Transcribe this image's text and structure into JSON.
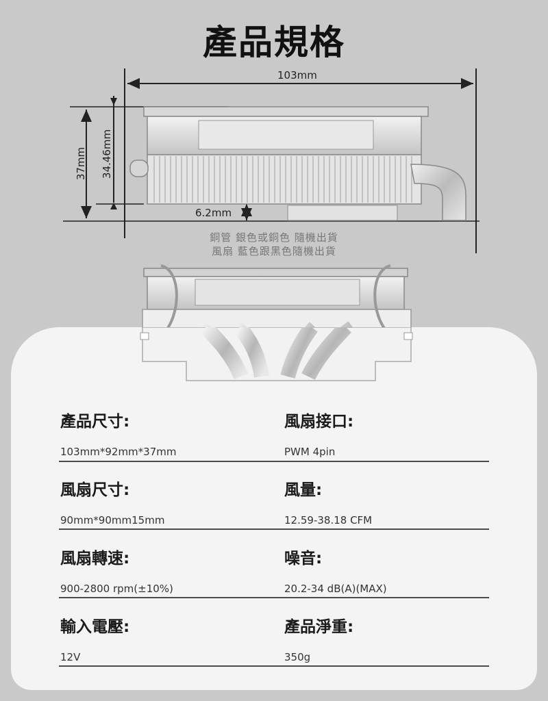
{
  "page_title": "產品規格",
  "dimensions": {
    "width": "103mm",
    "height_total": "37mm",
    "height_body": "34.46mm",
    "clearance": "6.2mm"
  },
  "notes": [
    "銅管 銀色或銅色 隨機出貨",
    "風扇 藍色跟黑色隨機出貨"
  ],
  "specs": [
    {
      "label": "產品尺寸:",
      "value": "103mm*92mm*37mm"
    },
    {
      "label": "風扇接口:",
      "value": "PWM 4pin"
    },
    {
      "label": "風扇尺寸:",
      "value": "90mm*90mm15mm"
    },
    {
      "label": "風量:",
      "value": "12.59-38.18 CFM"
    },
    {
      "label": "風扇轉速:",
      "value": "900-2800 rpm(±10%)"
    },
    {
      "label": "噪音:",
      "value": "20.2-34 dB(A)(MAX)"
    },
    {
      "label": "輸入電壓:",
      "value": "12V"
    },
    {
      "label": "產品淨重:",
      "value": "350g"
    }
  ]
}
